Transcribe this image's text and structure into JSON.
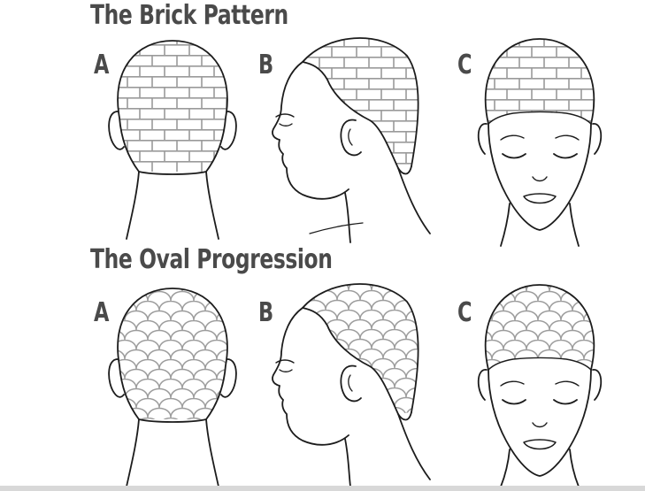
{
  "sections": [
    {
      "id": "brick",
      "title": "The Brick Pattern",
      "views": [
        "A",
        "B",
        "C"
      ]
    },
    {
      "id": "oval",
      "title": "The Oval Progression",
      "views": [
        "A",
        "B",
        "C"
      ]
    }
  ],
  "colors": {
    "heading": "#4a4a4a",
    "outline": "#1c1c1c",
    "hair_fill": "#e9e9e9",
    "pattern_stroke": "#9a9a9a"
  }
}
